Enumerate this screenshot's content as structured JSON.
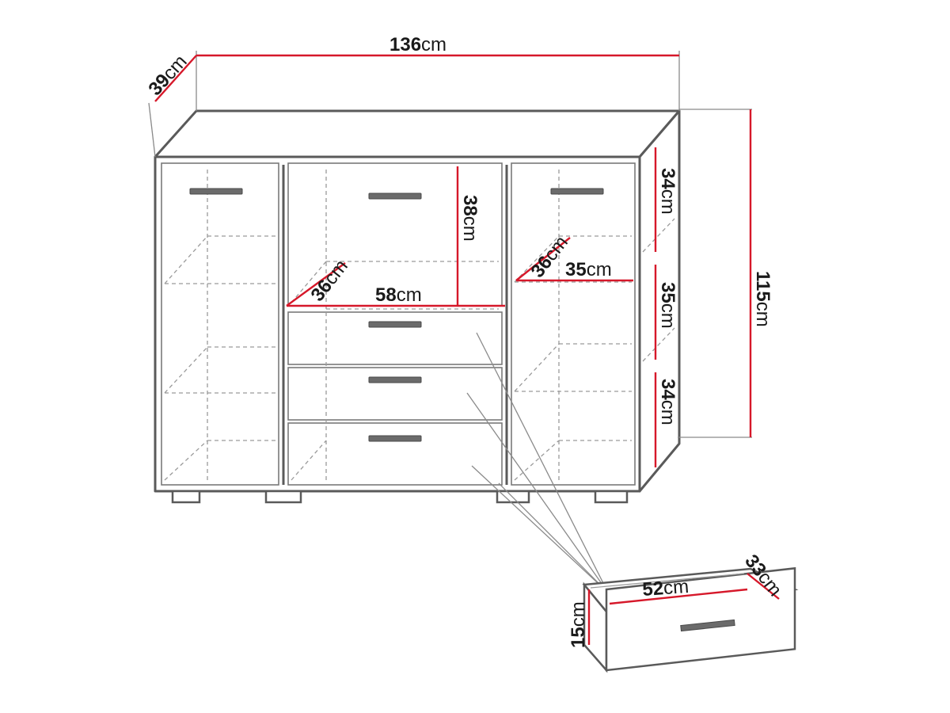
{
  "colors": {
    "outline": "#5a5a5a",
    "dashed": "#9a9a9a",
    "dimension_line": "#d6182a",
    "handle": "#6b6b6b",
    "text": "#1a1a1a"
  },
  "dimensions": {
    "width": {
      "value": "136",
      "unit": "cm"
    },
    "depth": {
      "value": "39",
      "unit": "cm"
    },
    "height": {
      "value": "115",
      "unit": "cm"
    },
    "middle_top_height": {
      "value": "38",
      "unit": "cm"
    },
    "middle_shelf_depth": {
      "value": "36",
      "unit": "cm"
    },
    "middle_inner_width": {
      "value": "58",
      "unit": "cm"
    },
    "right_shelf_depth": {
      "value": "36",
      "unit": "cm"
    },
    "right_inner_width": {
      "value": "35",
      "unit": "cm"
    },
    "right_compartment_top": {
      "value": "34",
      "unit": "cm"
    },
    "right_compartment_middle": {
      "value": "35",
      "unit": "cm"
    },
    "right_compartment_bottom": {
      "value": "34",
      "unit": "cm"
    },
    "drawer_width": {
      "value": "52",
      "unit": "cm"
    },
    "drawer_depth": {
      "value": "33",
      "unit": "cm"
    },
    "drawer_height": {
      "value": "15",
      "unit": "cm"
    }
  }
}
